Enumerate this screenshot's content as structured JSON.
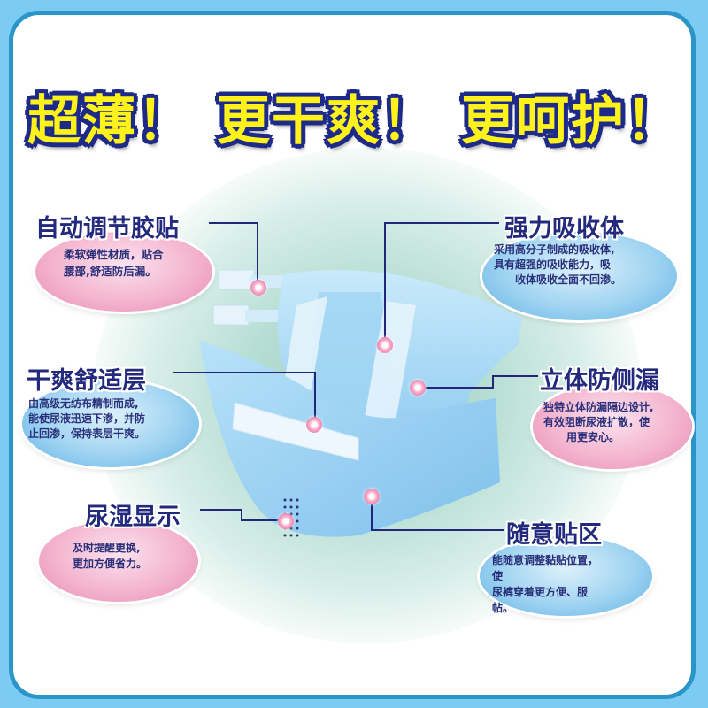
{
  "headline": {
    "parts": [
      "超薄！",
      "更干爽！",
      "更呵护！"
    ]
  },
  "features": [
    {
      "id": "auto-adjust-tape",
      "title": "自动调节胶贴",
      "description": [
        "柔软弹性材质，贴合",
        "腰部,舒适防后漏。"
      ],
      "bubble_color": "pink"
    },
    {
      "id": "strong-absorbent-core",
      "title": "强力吸收体",
      "description": [
        "采用高分子制成的吸收体,",
        "具有超强的吸收能力，吸",
        "收体吸收全面不回渗。"
      ],
      "bubble_color": "blue"
    },
    {
      "id": "dry-comfort-layer",
      "title": "干爽舒适层",
      "description": [
        "由高级无纺布精制而成,",
        "能使尿液迅速下渗，并防",
        "止回渗，保持表层干爽。"
      ],
      "bubble_color": "blue"
    },
    {
      "id": "3d-leak-guard",
      "title": "立体防侧漏",
      "description": [
        "独特立体防漏隔边设计,",
        "有效阻断尿液扩散，使",
        "用更安心。"
      ],
      "bubble_color": "pink"
    },
    {
      "id": "wetness-indicator",
      "title": "尿湿显示",
      "description": [
        "及时提醒更换,",
        "更加方便省力。"
      ],
      "bubble_color": "pink"
    },
    {
      "id": "free-stick-zone",
      "title": "随意贴区",
      "description": [
        "能随意调整黏贴位置，使",
        "尿裤穿着更方便、服帖。"
      ],
      "bubble_color": "blue"
    }
  ],
  "colors": {
    "outer_background": "#7ccbf3",
    "frame_border": "#2b95c8",
    "headline_fill": "#fff21a",
    "headline_outline": "#1d2a8a",
    "title_text": "#232a7e",
    "callout_line": "#23277a",
    "pink_bubble": "#f4b5cf",
    "blue_bubble": "#9fd3f1",
    "diaper_blue": "#a8d8f5"
  }
}
